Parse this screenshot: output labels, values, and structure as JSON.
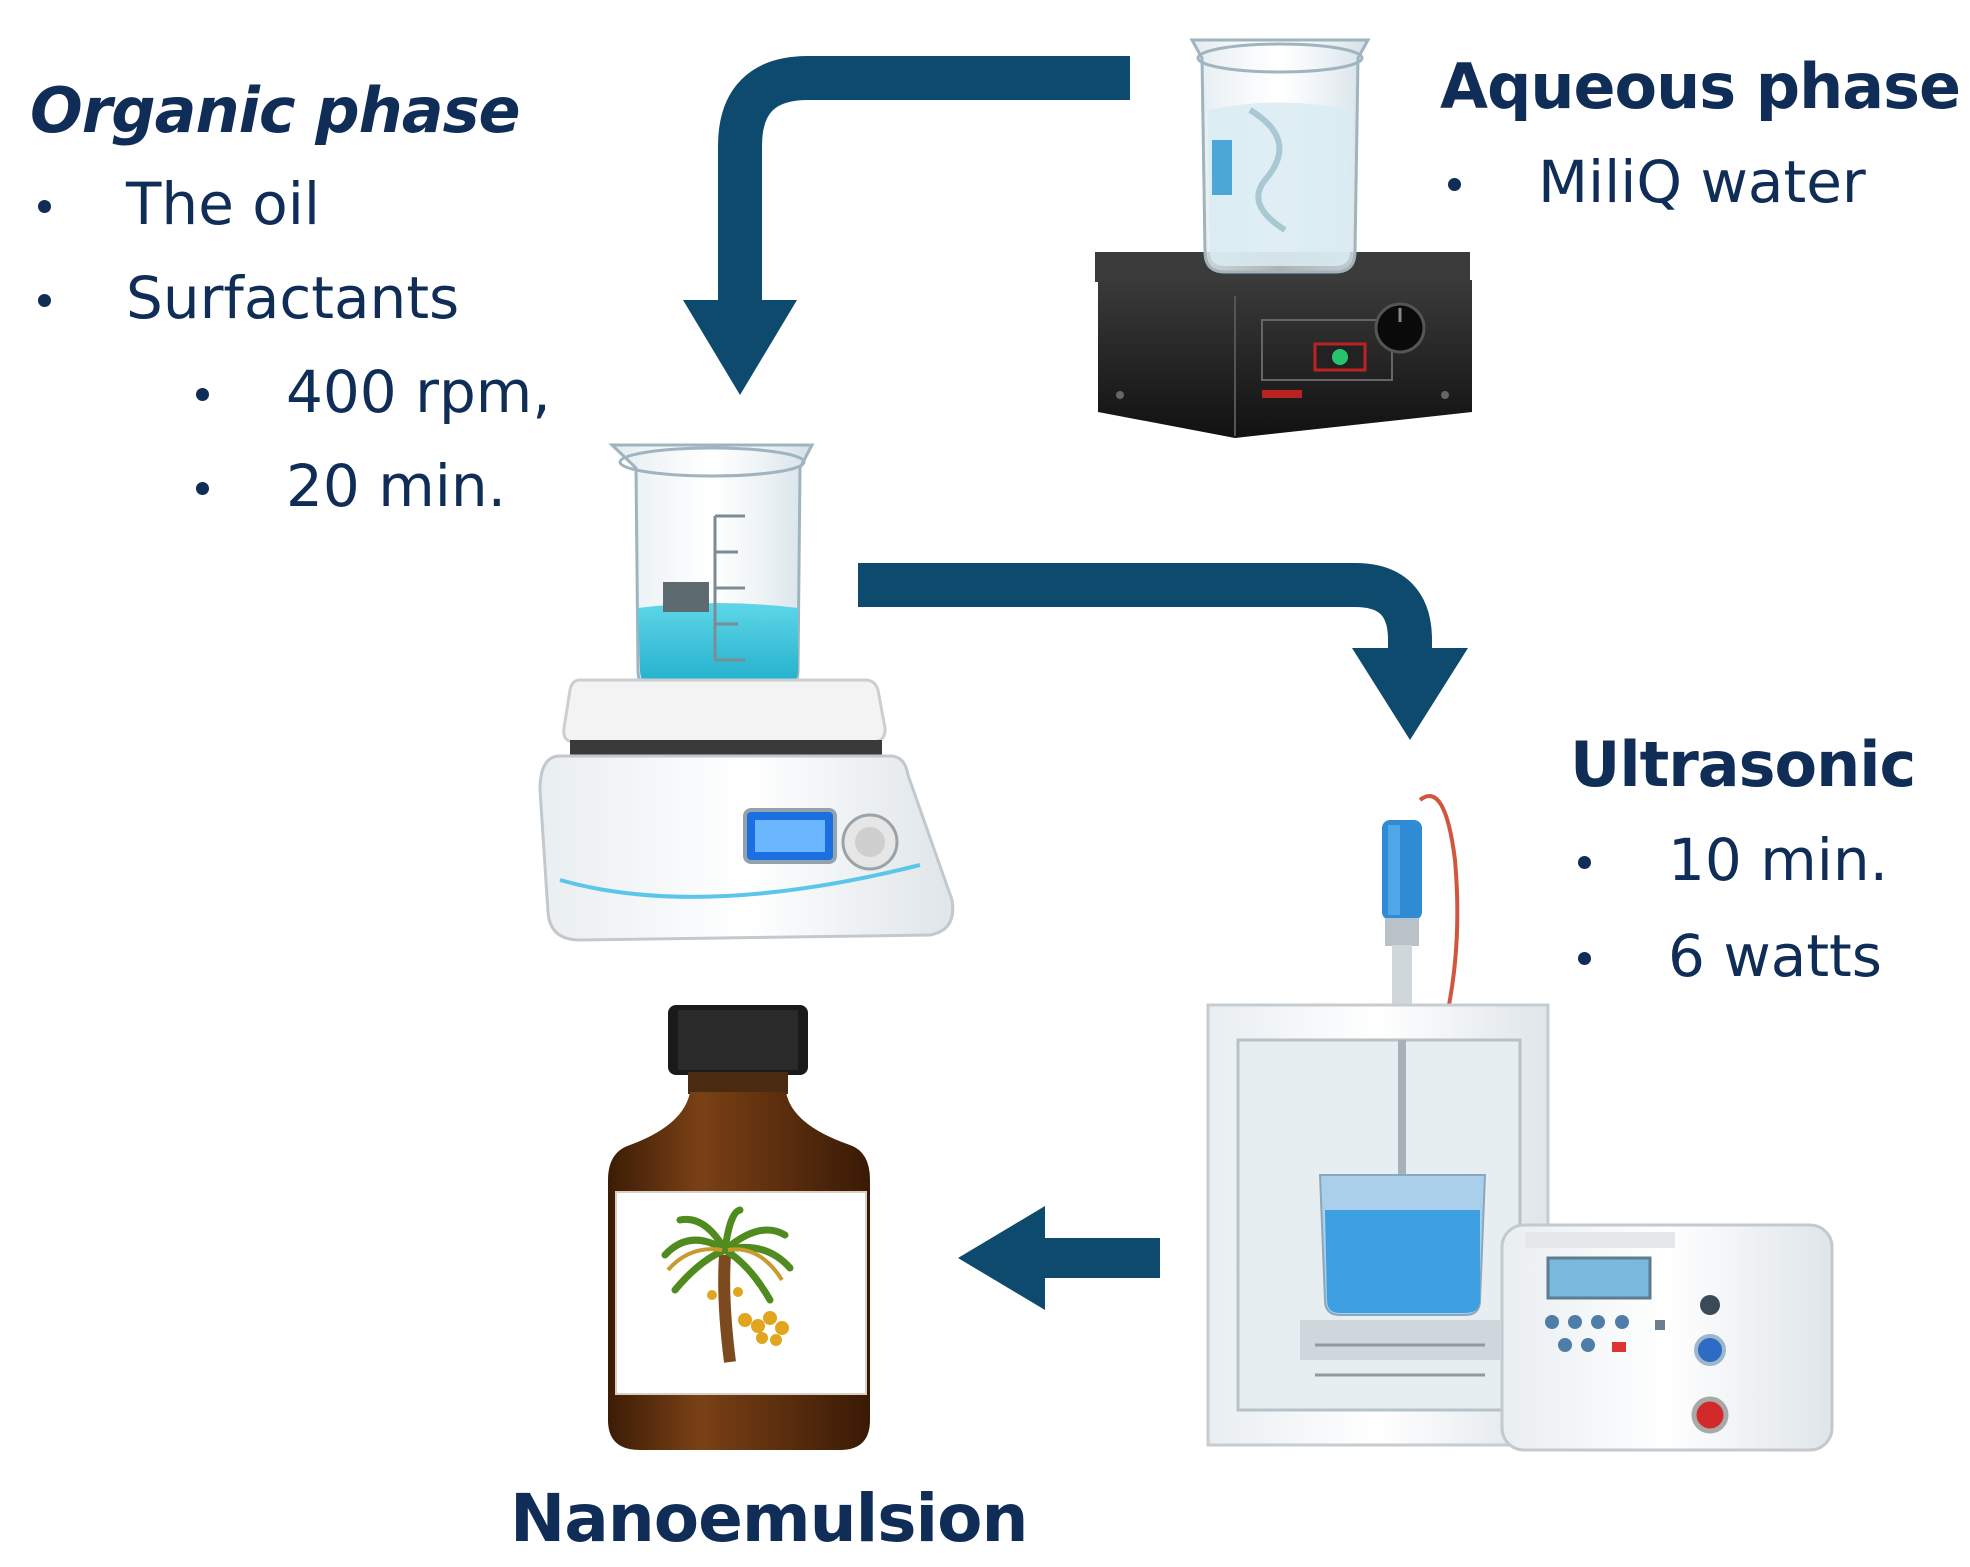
{
  "organic_phase": {
    "heading": "Organic phase",
    "items": [
      "The oil",
      "Surfactants"
    ],
    "conditions": [
      "400 rpm,",
      "20 min."
    ]
  },
  "aqueous_phase": {
    "heading": "Aqueous phase",
    "items": [
      "MiliQ water"
    ]
  },
  "ultrasonic": {
    "heading": "Ultrasonic",
    "items": [
      "10 min.",
      "6 watts"
    ]
  },
  "product": {
    "label": "Nanoemulsion"
  },
  "colors": {
    "text": "#0f2d57",
    "arrow": "#0d4a6e",
    "liquid": "#33c3da",
    "amber_bottle": "#5e2f0e"
  },
  "icons": [
    "beaker-on-stirrer-icon",
    "hotplate-stirrer-icon",
    "ultrasonic-homogenizer-icon",
    "amber-bottle-icon",
    "palm-tree-icon"
  ]
}
